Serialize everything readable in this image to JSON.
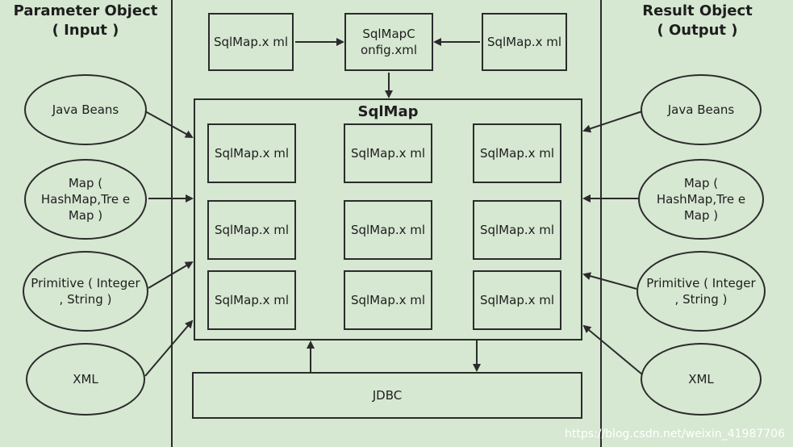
{
  "left_panel": {
    "title_line1": "Parameter Object",
    "title_line2": "( Input )"
  },
  "right_panel": {
    "title_line1": "Result Object",
    "title_line2": "( Output )"
  },
  "config": {
    "left_file": "SqlMap.x ml",
    "center_file": "SqlMapC onfig.xml",
    "right_file": "SqlMap.x ml"
  },
  "sqlmap": {
    "title": "SqlMap",
    "files": [
      "SqlMap.x ml",
      "SqlMap.x ml",
      "SqlMap.x ml",
      "SqlMap.x ml",
      "SqlMap.x ml",
      "SqlMap.x ml",
      "SqlMap.x ml",
      "SqlMap.x ml",
      "SqlMap.x ml"
    ]
  },
  "jdbc": {
    "label": "JDBC"
  },
  "inputs": [
    "Java Beans",
    "Map ( HashMap,Tre e Map )",
    "Primitive ( Integer , String )",
    "XML"
  ],
  "outputs": [
    "Java Beans",
    "Map ( HashMap,Tre e Map )",
    "Primitive ( Integer , String )",
    "XML"
  ],
  "watermark": "https://blog.csdn.net/weixin_41987706",
  "colors": {
    "background": "#d6e7d2",
    "stroke": "#2b2b2b"
  }
}
